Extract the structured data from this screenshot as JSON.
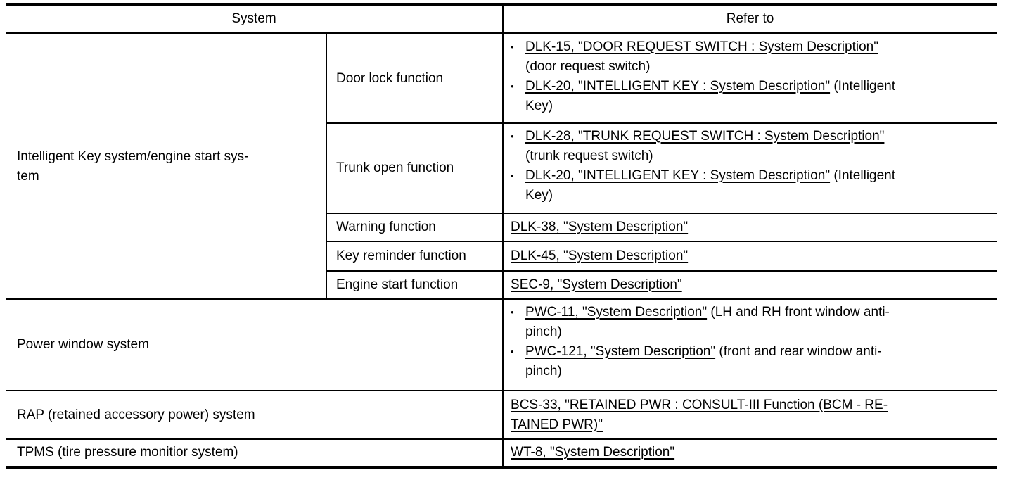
{
  "table": {
    "bullet_glyph": "•",
    "header": {
      "system": "System",
      "refer": "Refer to"
    },
    "rows": [
      {
        "system": {
          "text": "Intelligent Key system/engine start sys-\ntem",
          "rowspan": 5
        },
        "function": "Door lock function",
        "refer": {
          "bulleted": true,
          "items": [
            {
              "segments": [
                {
                  "text": "DLK-15, \"DOOR REQUEST SWITCH : System Description\"",
                  "link": true
                },
                {
                  "text": "\n(door request switch)",
                  "link": false
                }
              ]
            },
            {
              "segments": [
                {
                  "text": "DLK-20, \"INTELLIGENT KEY : System Description\"",
                  "link": true
                },
                {
                  "text": " (Intelligent\nKey)",
                  "link": false
                }
              ]
            }
          ]
        }
      },
      {
        "function": "Trunk open function",
        "refer": {
          "bulleted": true,
          "items": [
            {
              "segments": [
                {
                  "text": "DLK-28, \"TRUNK REQUEST SWITCH : System Description\"",
                  "link": true
                },
                {
                  "text": "\n(trunk request switch)",
                  "link": false
                }
              ]
            },
            {
              "segments": [
                {
                  "text": "DLK-20, \"INTELLIGENT KEY : System Description\"",
                  "link": true
                },
                {
                  "text": " (Intelligent\nKey)",
                  "link": false
                }
              ]
            }
          ]
        }
      },
      {
        "function": "Warning function",
        "refer": {
          "bulleted": false,
          "items": [
            {
              "segments": [
                {
                  "text": "DLK-38, \"System Description\"",
                  "link": true
                }
              ]
            }
          ]
        }
      },
      {
        "function": "Key reminder function",
        "refer": {
          "bulleted": false,
          "items": [
            {
              "segments": [
                {
                  "text": "DLK-45, \"System Description\"",
                  "link": true
                }
              ]
            }
          ]
        }
      },
      {
        "function": "Engine start function",
        "refer": {
          "bulleted": false,
          "items": [
            {
              "segments": [
                {
                  "text": "SEC-9, \"System Description\"",
                  "link": true
                }
              ]
            }
          ]
        }
      },
      {
        "system": {
          "text": "Power window system",
          "colspan": 2
        },
        "refer": {
          "bulleted": true,
          "items": [
            {
              "segments": [
                {
                  "text": "PWC-11, \"System Description\"",
                  "link": true
                },
                {
                  "text": " (LH and RH front window anti-\npinch)",
                  "link": false
                }
              ]
            },
            {
              "segments": [
                {
                  "text": "PWC-121, \"System Description\"",
                  "link": true
                },
                {
                  "text": " (front and rear window anti-\npinch)",
                  "link": false
                }
              ]
            }
          ]
        }
      },
      {
        "system": {
          "text": "RAP (retained accessory power) system",
          "colspan": 2
        },
        "refer": {
          "bulleted": false,
          "items": [
            {
              "segments": [
                {
                  "text": "BCS-33, \"RETAINED PWR : CONSULT-III Function (BCM - RE-\nTAINED PWR)\"",
                  "link": true
                }
              ]
            }
          ]
        }
      },
      {
        "system": {
          "text": "TPMS (tire pressure monitior system)",
          "colspan": 2
        },
        "refer": {
          "bulleted": false,
          "items": [
            {
              "segments": [
                {
                  "text": "WT-8, \"System Description\"",
                  "link": true
                }
              ]
            }
          ]
        }
      }
    ]
  }
}
